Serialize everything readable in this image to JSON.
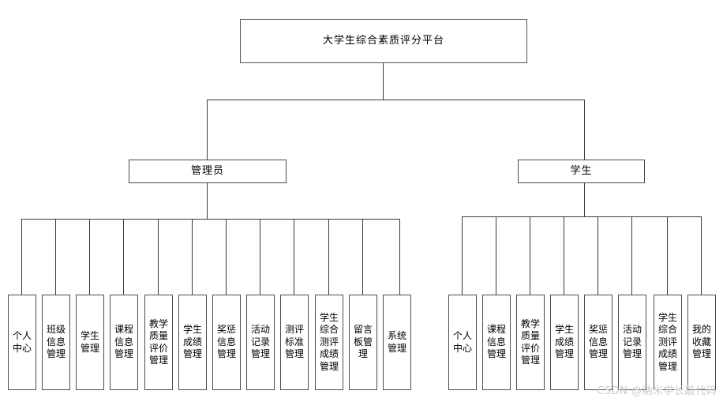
{
  "diagram": {
    "type": "tree",
    "title": "大学生综合素质评分平台",
    "watermark": "CSDN @纳米学长敲代码",
    "colors": {
      "background": "#ffffff",
      "box_border": "#4d4d4d",
      "line": "#3b3b3b",
      "text": "#000000",
      "watermark": "#c9c9c9"
    },
    "root": {
      "label": "大学生综合素质评分平台"
    },
    "roles": [
      {
        "id": "admin",
        "label": "管理员"
      },
      {
        "id": "student",
        "label": "学生"
      }
    ],
    "admin_features": [
      {
        "label": "个人中心"
      },
      {
        "label": "班级信息管理"
      },
      {
        "label": "学生管理"
      },
      {
        "label": "课程信息管理"
      },
      {
        "label": "教学质量评价管理"
      },
      {
        "label": "学生成绩管理"
      },
      {
        "label": "奖惩信息管理"
      },
      {
        "label": "活动记录管理"
      },
      {
        "label": "测评标准管理"
      },
      {
        "label": "学生综合测评成绩管理"
      },
      {
        "label": "留言板管理"
      },
      {
        "label": "系统管理"
      }
    ],
    "student_features": [
      {
        "label": "个人中心"
      },
      {
        "label": "课程信息管理"
      },
      {
        "label": "教学质量评价管理"
      },
      {
        "label": "学生成绩管理"
      },
      {
        "label": "奖惩信息管理"
      },
      {
        "label": "活动记录管理"
      },
      {
        "label": "学生综合测评成绩管理"
      },
      {
        "label": "我的收藏管理"
      }
    ]
  }
}
